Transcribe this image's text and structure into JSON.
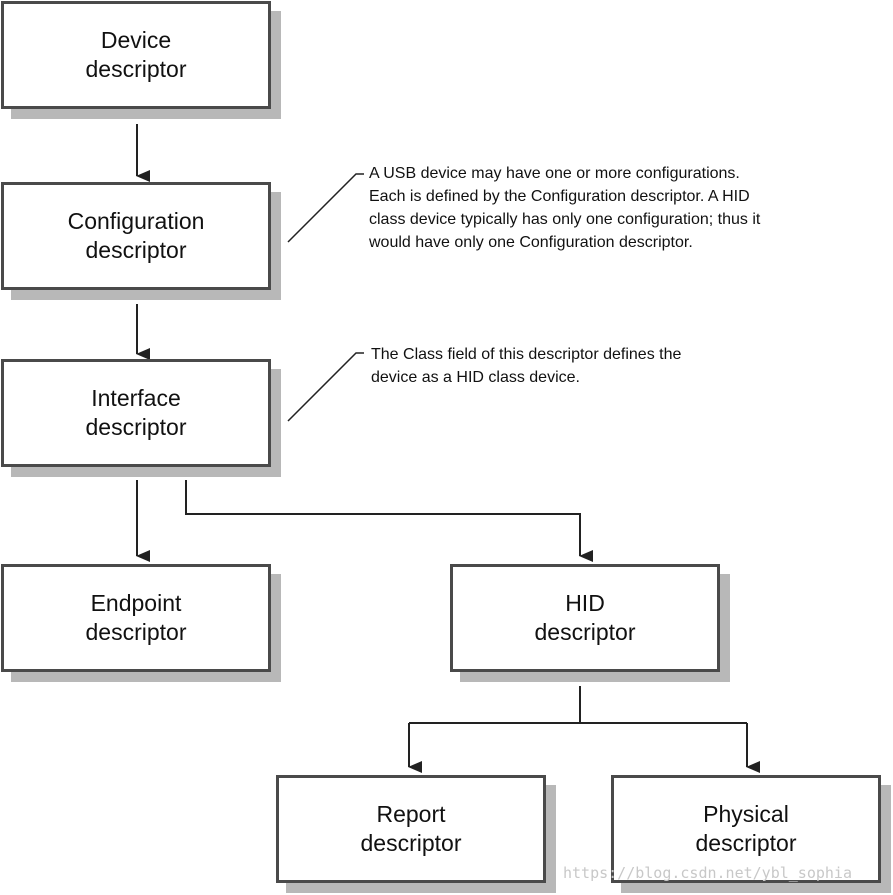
{
  "nodes": {
    "device": {
      "line1": "Device",
      "line2": "descriptor"
    },
    "configuration": {
      "line1": "Configuration",
      "line2": "descriptor"
    },
    "interface": {
      "line1": "Interface",
      "line2": "descriptor"
    },
    "endpoint": {
      "line1": "Endpoint",
      "line2": "descriptor"
    },
    "hid": {
      "line1": "HID",
      "line2": "descriptor"
    },
    "report": {
      "line1": "Report",
      "line2": "descriptor"
    },
    "physical": {
      "line1": "Physical",
      "line2": "descriptor"
    }
  },
  "notes": {
    "configuration": {
      "lines": [
        "A USB device may have one or more configurations.",
        "Each is defined by the Configuration descriptor.  A HID",
        "class device typically has only one configuration; thus it",
        "would have only one Configuration descriptor."
      ]
    },
    "interface": {
      "lines": [
        "The Class field of this descriptor defines the",
        "device as a HID class device."
      ]
    }
  },
  "watermark": "https://blog.csdn.net/ybl_sophia",
  "colors": {
    "border": "#4a4a4a",
    "shadow": "#b8b8b8",
    "line": "#222222"
  }
}
